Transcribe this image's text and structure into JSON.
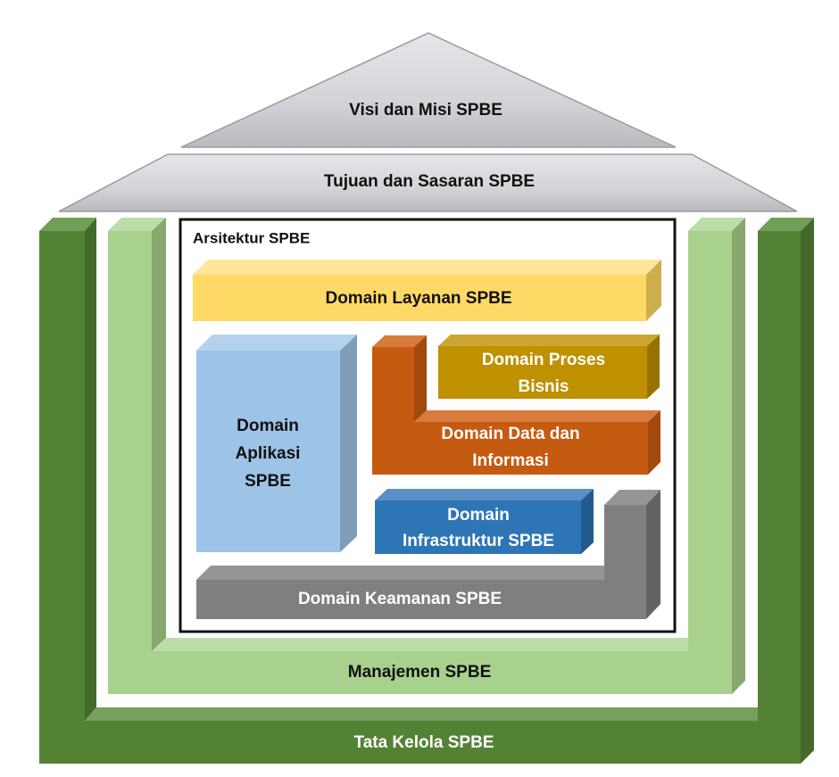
{
  "diagram": {
    "title": "Struktur SPBE",
    "roof": {
      "top_label": "Visi dan Misi SPBE",
      "bottom_label": "Tujuan dan Sasaran SPBE"
    },
    "architecture": {
      "title": "Arsitektur SPBE",
      "domains": {
        "layanan": {
          "lines": [
            "Domain Layanan SPBE"
          ],
          "color": "#FFD966"
        },
        "aplikasi": {
          "lines": [
            "Domain",
            "Aplikasi",
            "SPBE"
          ],
          "color": "#9DC3E6"
        },
        "proses_bisnis": {
          "lines": [
            "Domain Proses",
            "Bisnis"
          ],
          "color": "#BF9000"
        },
        "data_informasi": {
          "lines": [
            "Domain Data dan",
            "Informasi"
          ],
          "color": "#C55A11"
        },
        "infrastruktur": {
          "lines": [
            "Domain",
            "Infrastruktur SPBE"
          ],
          "color": "#2E75B6"
        },
        "keamanan": {
          "lines": [
            "Domain Keamanan SPBE"
          ],
          "color": "#7F7F7F"
        }
      }
    },
    "manajemen": {
      "label": "Manajemen SPBE",
      "color": "#A9D18E"
    },
    "tata_kelola": {
      "label": "Tata Kelola SPBE",
      "color": "#548235"
    },
    "roof_color": "#D0D0D6"
  }
}
